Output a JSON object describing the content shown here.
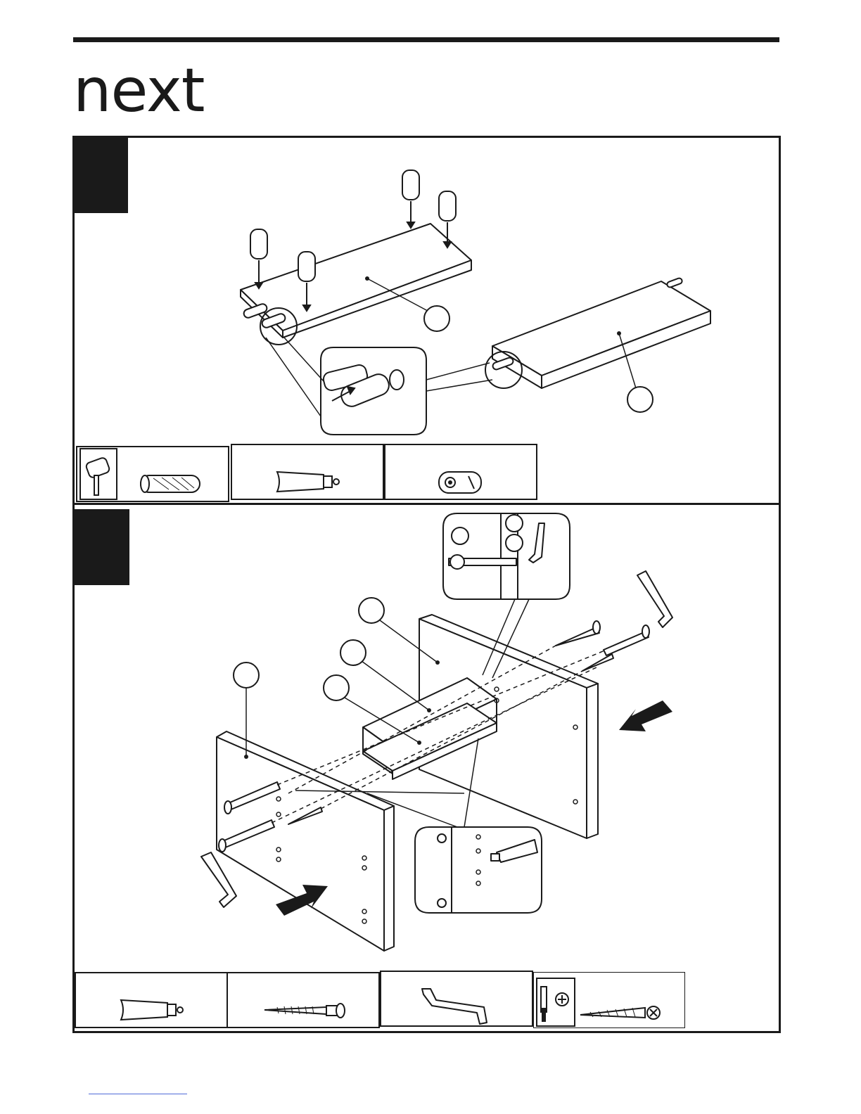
{
  "brand": {
    "logo_text": "next"
  },
  "steps": [
    {
      "number": "",
      "parts": [
        "mallet-and-dowel",
        "glue-tube",
        "cam-nut"
      ]
    },
    {
      "number": "",
      "parts": [
        "glue-tube",
        "bolt",
        "allen-key",
        "screwdriver-and-screw"
      ]
    }
  ],
  "footer": {
    "link_text": ""
  },
  "colors": {
    "ink": "#1a1a1a",
    "paper": "#ffffff",
    "link": "#4f6ad8"
  }
}
